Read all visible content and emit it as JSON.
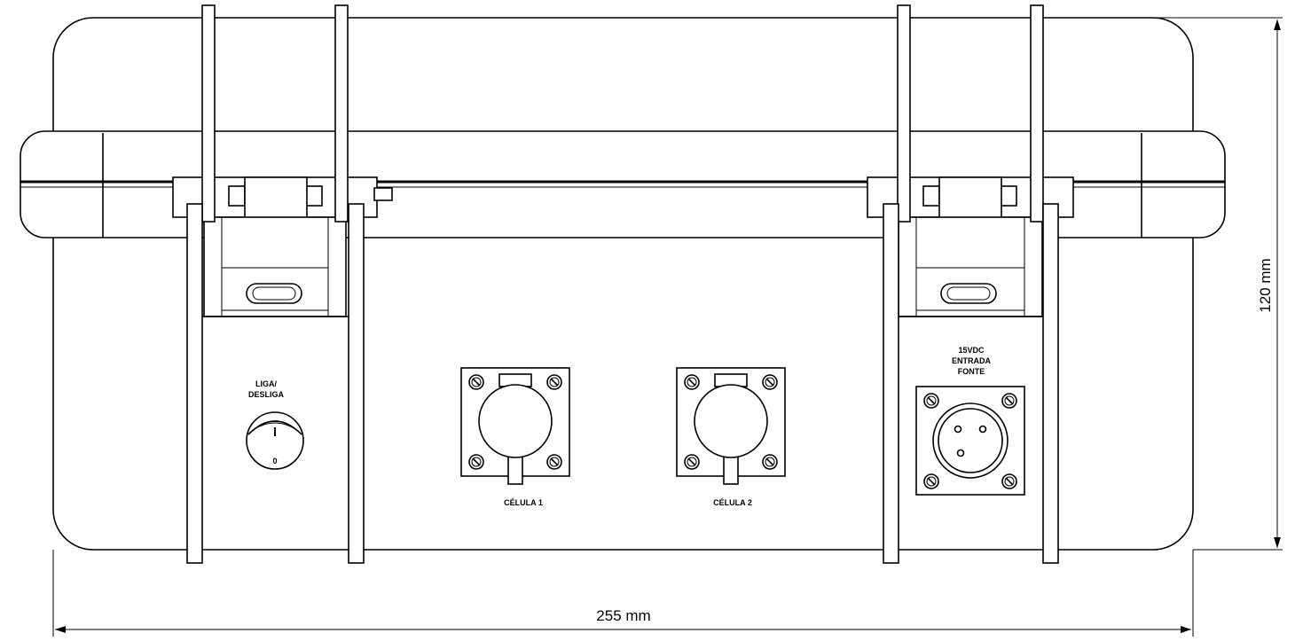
{
  "labels": {
    "switch_line1": "LIGA/",
    "switch_line2": "DESLIGA",
    "switch_zero": "0",
    "cell1": "CÉLULA 1",
    "cell2": "CÉLULA 2",
    "power_line1": "15VDC",
    "power_line2": "ENTRADA",
    "power_line3": "FONTE"
  },
  "dimensions": {
    "width": "255 mm",
    "height": "120 mm"
  }
}
